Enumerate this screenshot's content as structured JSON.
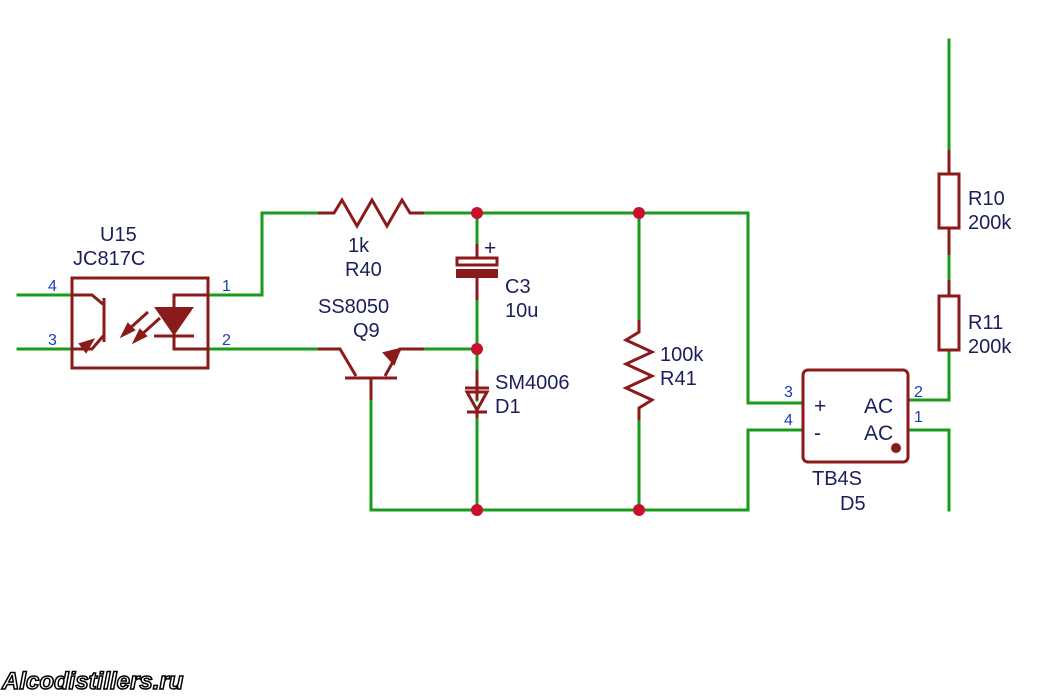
{
  "components": {
    "u15": {
      "ref": "U15",
      "value": "JC817C",
      "pins": [
        "4",
        "3",
        "1",
        "2"
      ]
    },
    "r40": {
      "value": "1k",
      "ref": "R40"
    },
    "q9": {
      "value": "SS8050",
      "ref": "Q9"
    },
    "c3": {
      "ref": "C3",
      "value": "10u",
      "polarity": "+"
    },
    "d1": {
      "value": "SM4006",
      "ref": "D1"
    },
    "r41": {
      "value": "100k",
      "ref": "R41"
    },
    "d5": {
      "value": "TB4S",
      "ref": "D5",
      "pins": [
        "3",
        "4",
        "2",
        "1"
      ],
      "plus": "+",
      "minus": "-",
      "ac_top": "AC",
      "ac_bottom": "AC"
    },
    "r10": {
      "ref": "R10",
      "value": "200k"
    },
    "r11": {
      "ref": "R11",
      "value": "200k"
    }
  },
  "watermark": "Alcodistillers.ru",
  "colors": {
    "wire": "#1a9a1a",
    "component": "#8b1a1a",
    "junction": "#c8102e",
    "label": "#1a1f5c",
    "pin": "#1a3fb0"
  }
}
